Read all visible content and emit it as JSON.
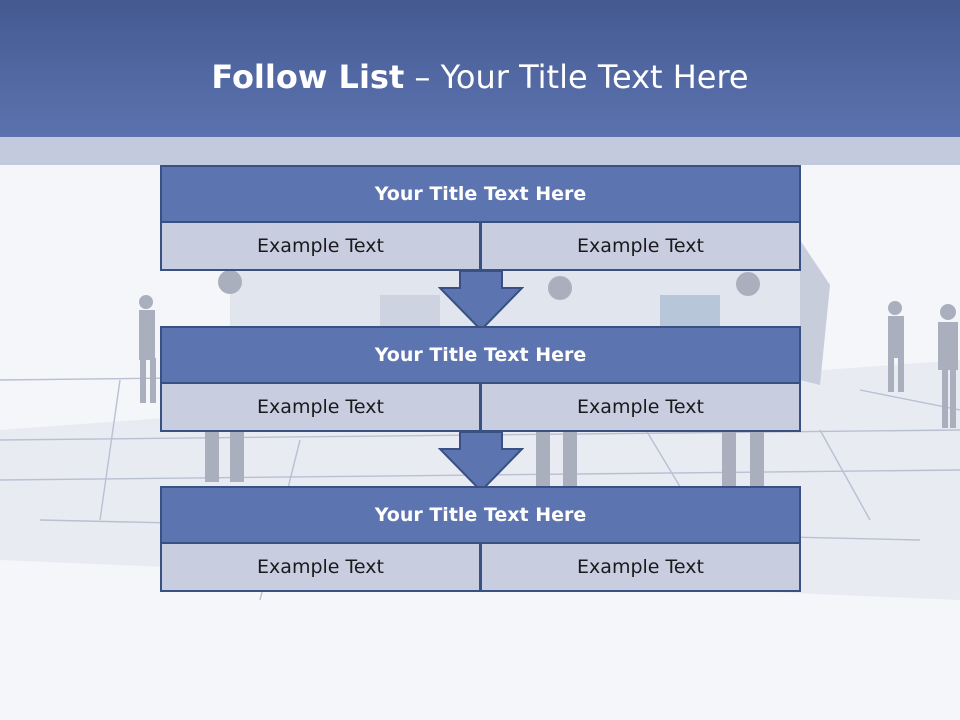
{
  "header": {
    "title_bold": "Follow List",
    "title_rest": " – Your Title Text Here"
  },
  "rows": [
    {
      "title": "Your Title Text Here",
      "left": "Example Text",
      "right": "Example Text"
    },
    {
      "title": "Your Title Text Here",
      "left": "Example Text",
      "right": "Example Text"
    },
    {
      "title": "Your Title Text Here",
      "left": "Example Text",
      "right": "Example Text"
    }
  ],
  "colors": {
    "header": "#5268a3",
    "box_fill": "#5c74b0",
    "cell_fill": "#c8cde0",
    "border": "#3a5085"
  },
  "background_image": "faded-house-blueprint-with-workers"
}
